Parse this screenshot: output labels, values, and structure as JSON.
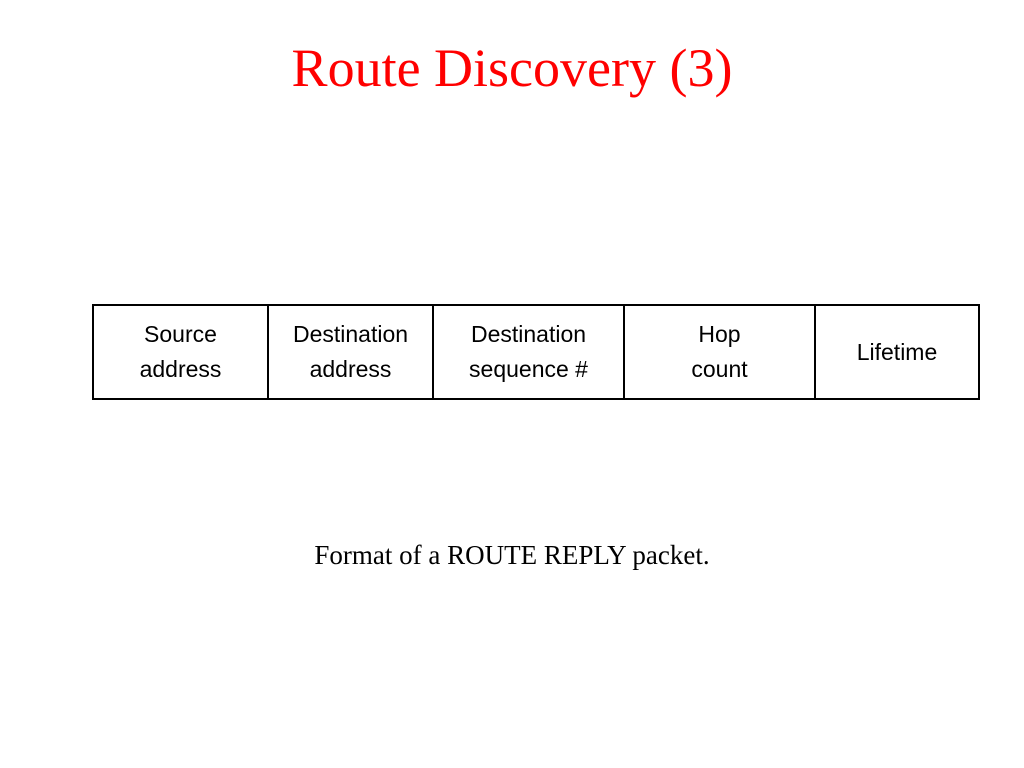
{
  "slide": {
    "title": "Route Discovery (3)",
    "caption": "Format of a ROUTE REPLY packet.",
    "title_color": "#ff0000"
  },
  "packet": {
    "fields": [
      {
        "line1": "Source",
        "line2": "address"
      },
      {
        "line1": "Destination",
        "line2": "address"
      },
      {
        "line1": "Destination",
        "line2": "sequence #"
      },
      {
        "line1": "Hop",
        "line2": "count"
      },
      {
        "line1": "Lifetime",
        "line2": ""
      }
    ]
  }
}
